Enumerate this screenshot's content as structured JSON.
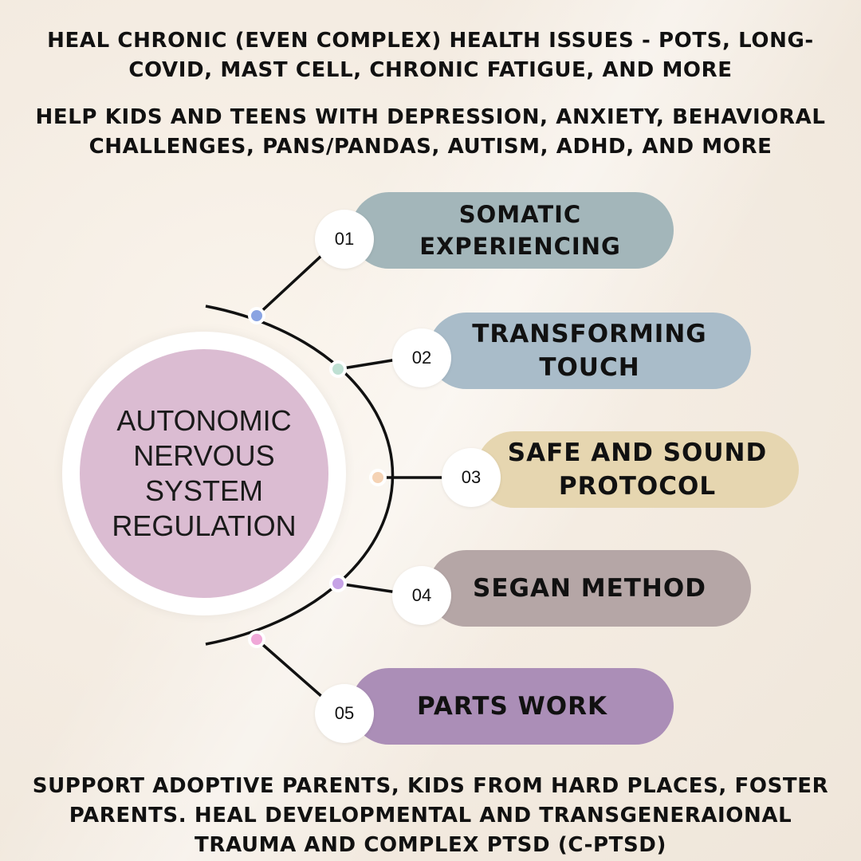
{
  "header": {
    "line1": "HEAL CHRONIC (EVEN COMPLEX) HEALTH ISSUES - POTS, LONG-COVID, MAST CELL, CHRONIC FATIGUE, AND MORE",
    "line2": "HELP KIDS AND TEENS WITH DEPRESSION, ANXIETY, BEHAVIORAL CHALLENGES, PANS/PANDAS, AUTISM, ADHD, AND MORE"
  },
  "center": {
    "label": "AUTONOMIC NERVOUS SYSTEM REGULATION",
    "color": "#dbbcd2"
  },
  "items": [
    {
      "number": "01",
      "label": "SOMATIC EXPERIENCING",
      "color": "#a3b6ba",
      "dot_color": "#8aa4e2"
    },
    {
      "number": "02",
      "label": "TRANSFORMING TOUCH",
      "color": "#a9bcc9",
      "dot_color": "#bfe0d3"
    },
    {
      "number": "03",
      "label": "SAFE AND SOUND PROTOCOL",
      "color": "#e6d6b0",
      "dot_color": "#f5d3b5"
    },
    {
      "number": "04",
      "label": "SEGAN METHOD",
      "color": "#b5a6a6",
      "dot_color": "#c6a3e6"
    },
    {
      "number": "05",
      "label": "PARTS WORK",
      "color": "#ab8eb7",
      "dot_color": "#f0a8d8"
    }
  ],
  "footer": {
    "text": "SUPPORT ADOPTIVE PARENTS, KIDS FROM HARD PLACES, FOSTER PARENTS. HEAL DEVELOPMENTAL AND TRANSGENERAIONAL TRAUMA AND COMPLEX PTSD (C-PTSD)"
  }
}
